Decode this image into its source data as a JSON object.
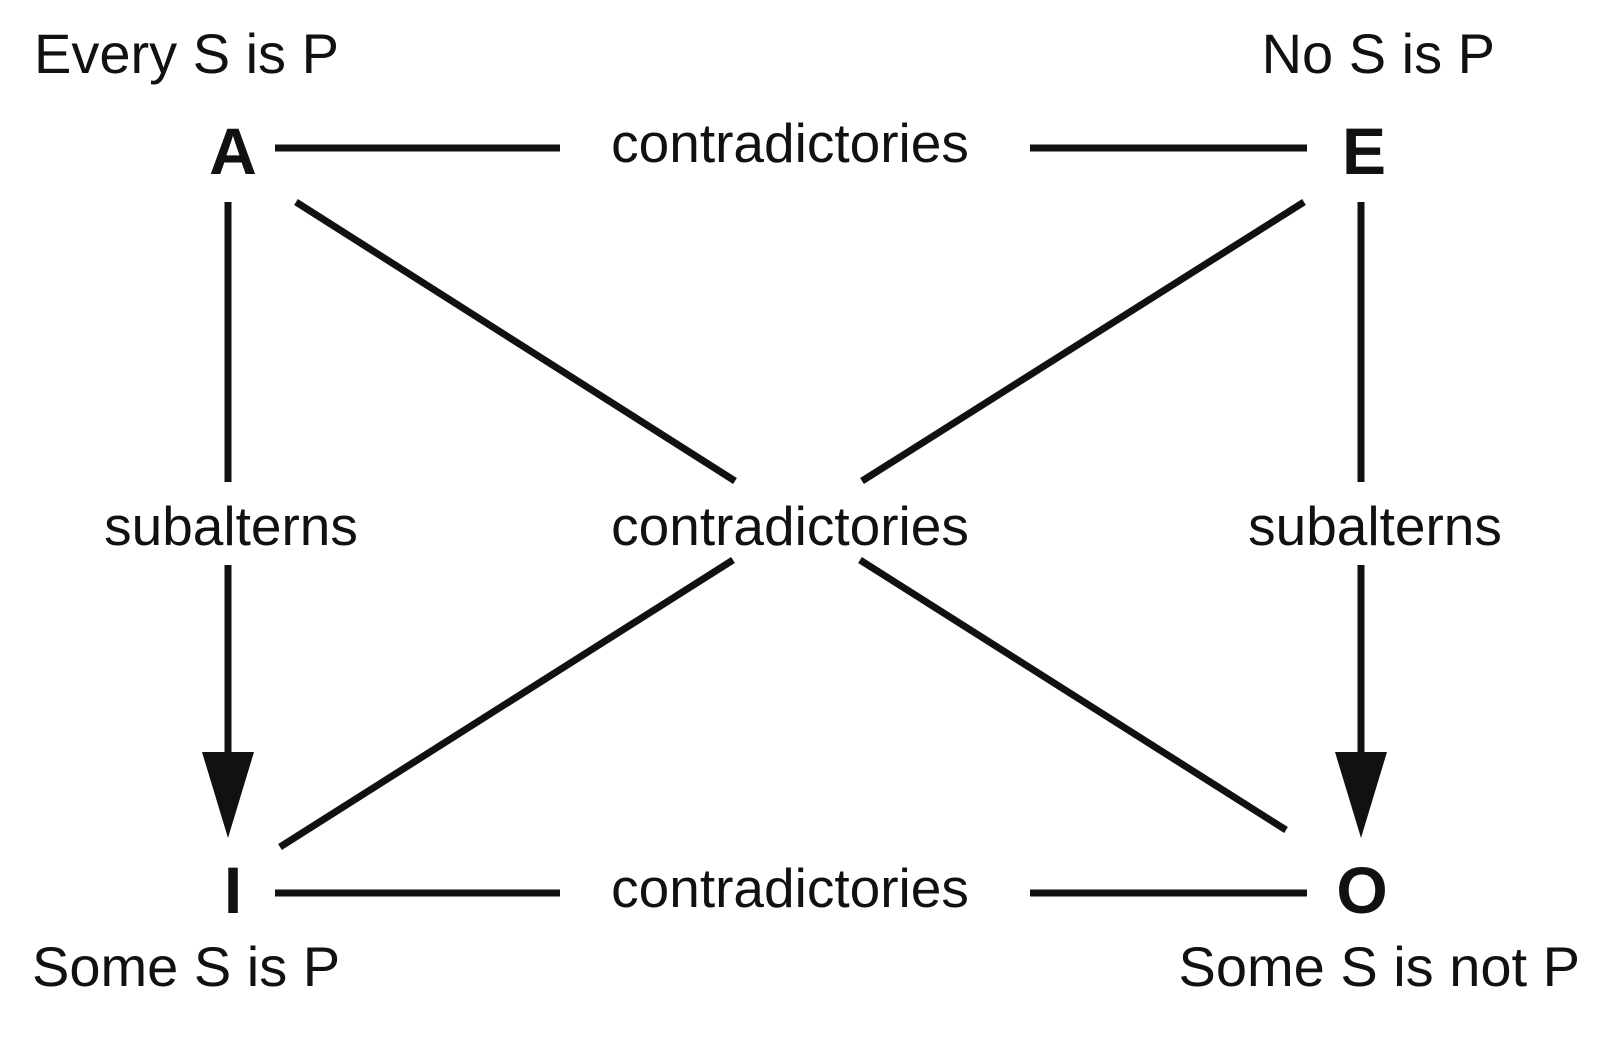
{
  "corners": {
    "a": {
      "letter": "A",
      "proposition": "Every S is P"
    },
    "e": {
      "letter": "E",
      "proposition": "No S is P"
    },
    "i": {
      "letter": "I",
      "proposition": "Some S is P"
    },
    "o": {
      "letter": "O",
      "proposition": "Some S is not P"
    }
  },
  "relations": {
    "top": "contradictories",
    "center": "contradictories",
    "bottom": "contradictories",
    "left": "subalterns",
    "right": "subalterns"
  },
  "colors": {
    "ink": "#111111",
    "background": "#ffffff"
  }
}
